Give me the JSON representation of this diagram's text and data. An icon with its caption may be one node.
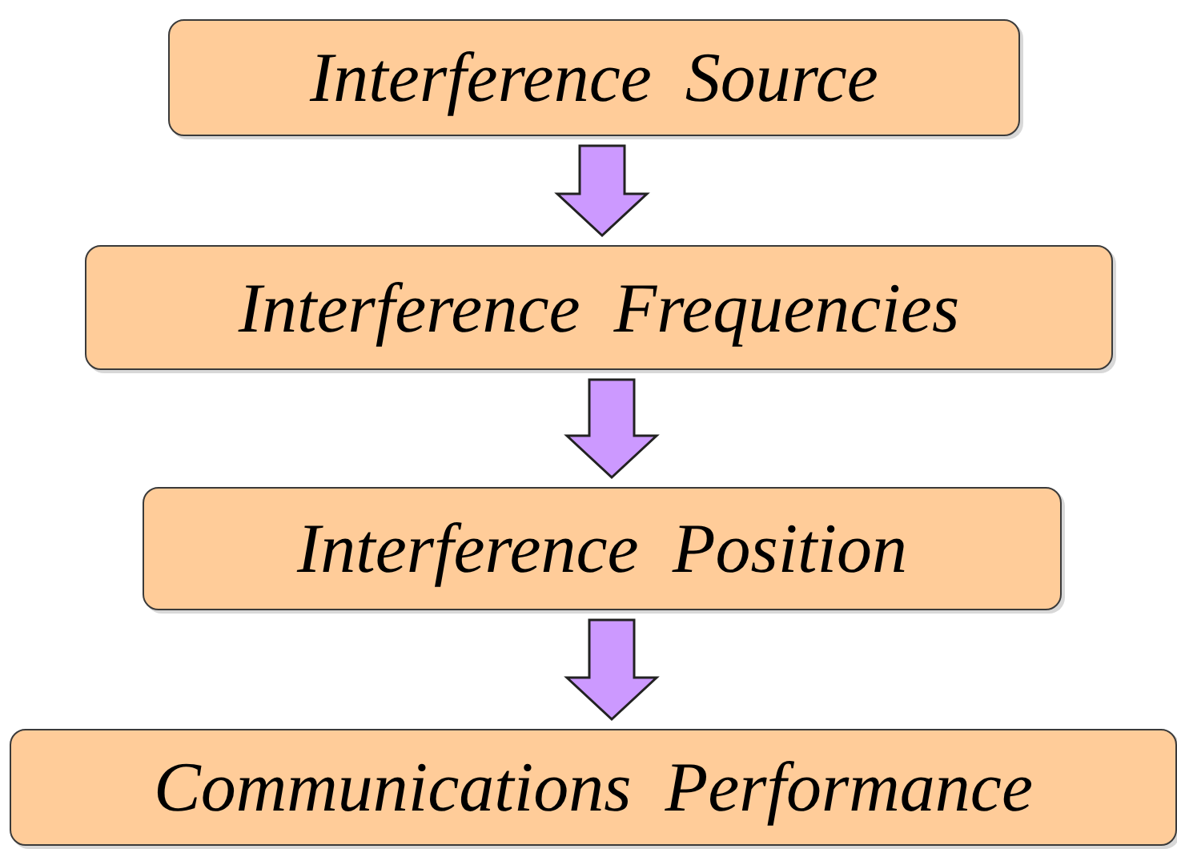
{
  "diagram": {
    "nodes": [
      {
        "text": [
          "Interference Source"
        ]
      },
      {
        "text": [
          "Interference Frequencies"
        ]
      },
      {
        "text": [
          "Interference Position"
        ]
      },
      {
        "text": [
          "Communications Performance"
        ]
      }
    ],
    "edges": [
      {
        "from": 0,
        "to": 1,
        "arrow": "to"
      },
      {
        "from": 1,
        "to": 2,
        "arrow": "to"
      },
      {
        "from": 2,
        "to": 3,
        "arrow": "to"
      }
    ]
  }
}
